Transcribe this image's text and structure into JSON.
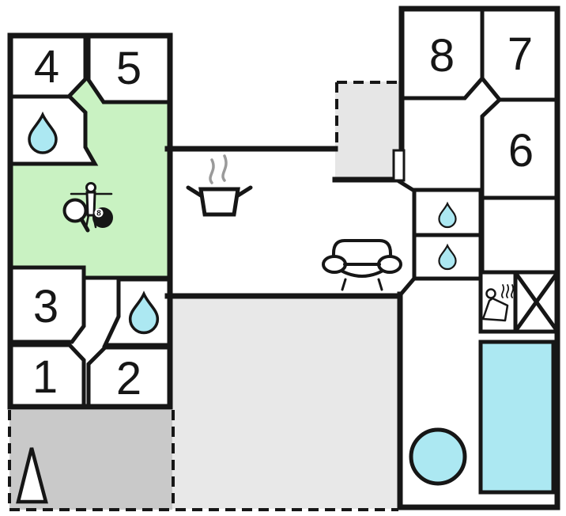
{
  "colors": {
    "wall": "#161616",
    "ink": "#161616",
    "game_room": "#c9f2c2",
    "water": "#ace8f2",
    "terrace": "#e8e8e8",
    "terrace_dark": "#c9c9c9",
    "porch": "#e6e6e6",
    "steam": "#9a9a9a"
  },
  "rooms": {
    "r1": {
      "label": "1"
    },
    "r2": {
      "label": "2"
    },
    "r3": {
      "label": "3"
    },
    "r4": {
      "label": "4"
    },
    "r5": {
      "label": "5"
    },
    "r6": {
      "label": "6"
    },
    "r7": {
      "label": "7"
    },
    "r8": {
      "label": "8"
    }
  },
  "icons": {
    "eight_ball": {
      "label": "8",
      "name": "eight-ball-icon"
    },
    "water_drop": {
      "name": "water-drop-icon",
      "count": 4
    },
    "cooking_pot": {
      "name": "cooking-pot-icon"
    },
    "steam": {
      "name": "steam-icon"
    },
    "sofa": {
      "name": "sofa-icon"
    },
    "table_tennis_paddle": {
      "name": "table-tennis-paddle-icon"
    },
    "foosball_player": {
      "name": "foosball-player-icon"
    },
    "sauna": {
      "name": "sauna-icon"
    },
    "cross_square": {
      "name": "crossed-square-icon"
    },
    "pool": {
      "name": "swimming-pool"
    },
    "hot_tub": {
      "name": "hot-tub"
    },
    "tree": {
      "name": "tree-icon"
    },
    "door": {
      "name": "entrance-door"
    }
  }
}
